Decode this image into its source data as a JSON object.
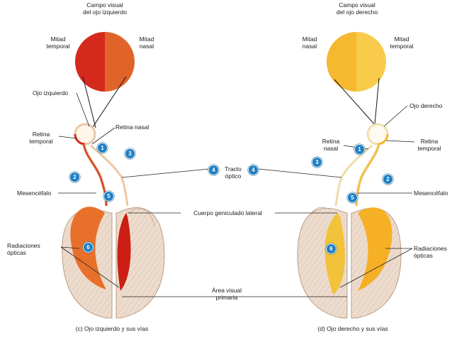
{
  "left": {
    "visual_field_title": "Campo visual\ndel ojo izquierdo",
    "half_temporal": "Mitad\ntemporal",
    "half_nasal": "Mitad\nnasal",
    "eye": "Ojo izquierdo",
    "retina_temporal": "Retina\ntemporal",
    "retina_nasal": "Retina nasal",
    "midbrain": "Mesencéfalo",
    "radiations": "Radiaciones\nópticas",
    "caption": "(c) Ojo izquierdo y sus vías",
    "colors": {
      "temporal": "#d42a1e",
      "nasal": "#e0642a"
    }
  },
  "right": {
    "visual_field_title": "Campo visual\ndel ojo derecho",
    "half_nasal": "Mitad\nnasal",
    "half_temporal": "Mitad\ntemporal",
    "eye": "Ojo derecho",
    "retina_nasal": "Retina\nnasal",
    "retina_temporal": "Retina\ntemporal",
    "midbrain": "Mesencéfalo",
    "radiations": "Radiaciones\nópticas",
    "caption": "(d) Ojo derecho y sus vías",
    "colors": {
      "nasal": "#f5b82e",
      "temporal": "#f8cc4a"
    }
  },
  "center": {
    "optic_tract": "Tracto\nóptico",
    "lateral_geniculate": "Cuerpo geniculado lateral",
    "primary_visual_area": "Área visual\nprimaria"
  },
  "badges": [
    "1",
    "2",
    "3",
    "4",
    "5",
    "6"
  ],
  "colors": {
    "brain": "#eddccd",
    "badge": "#1d7fc4"
  }
}
